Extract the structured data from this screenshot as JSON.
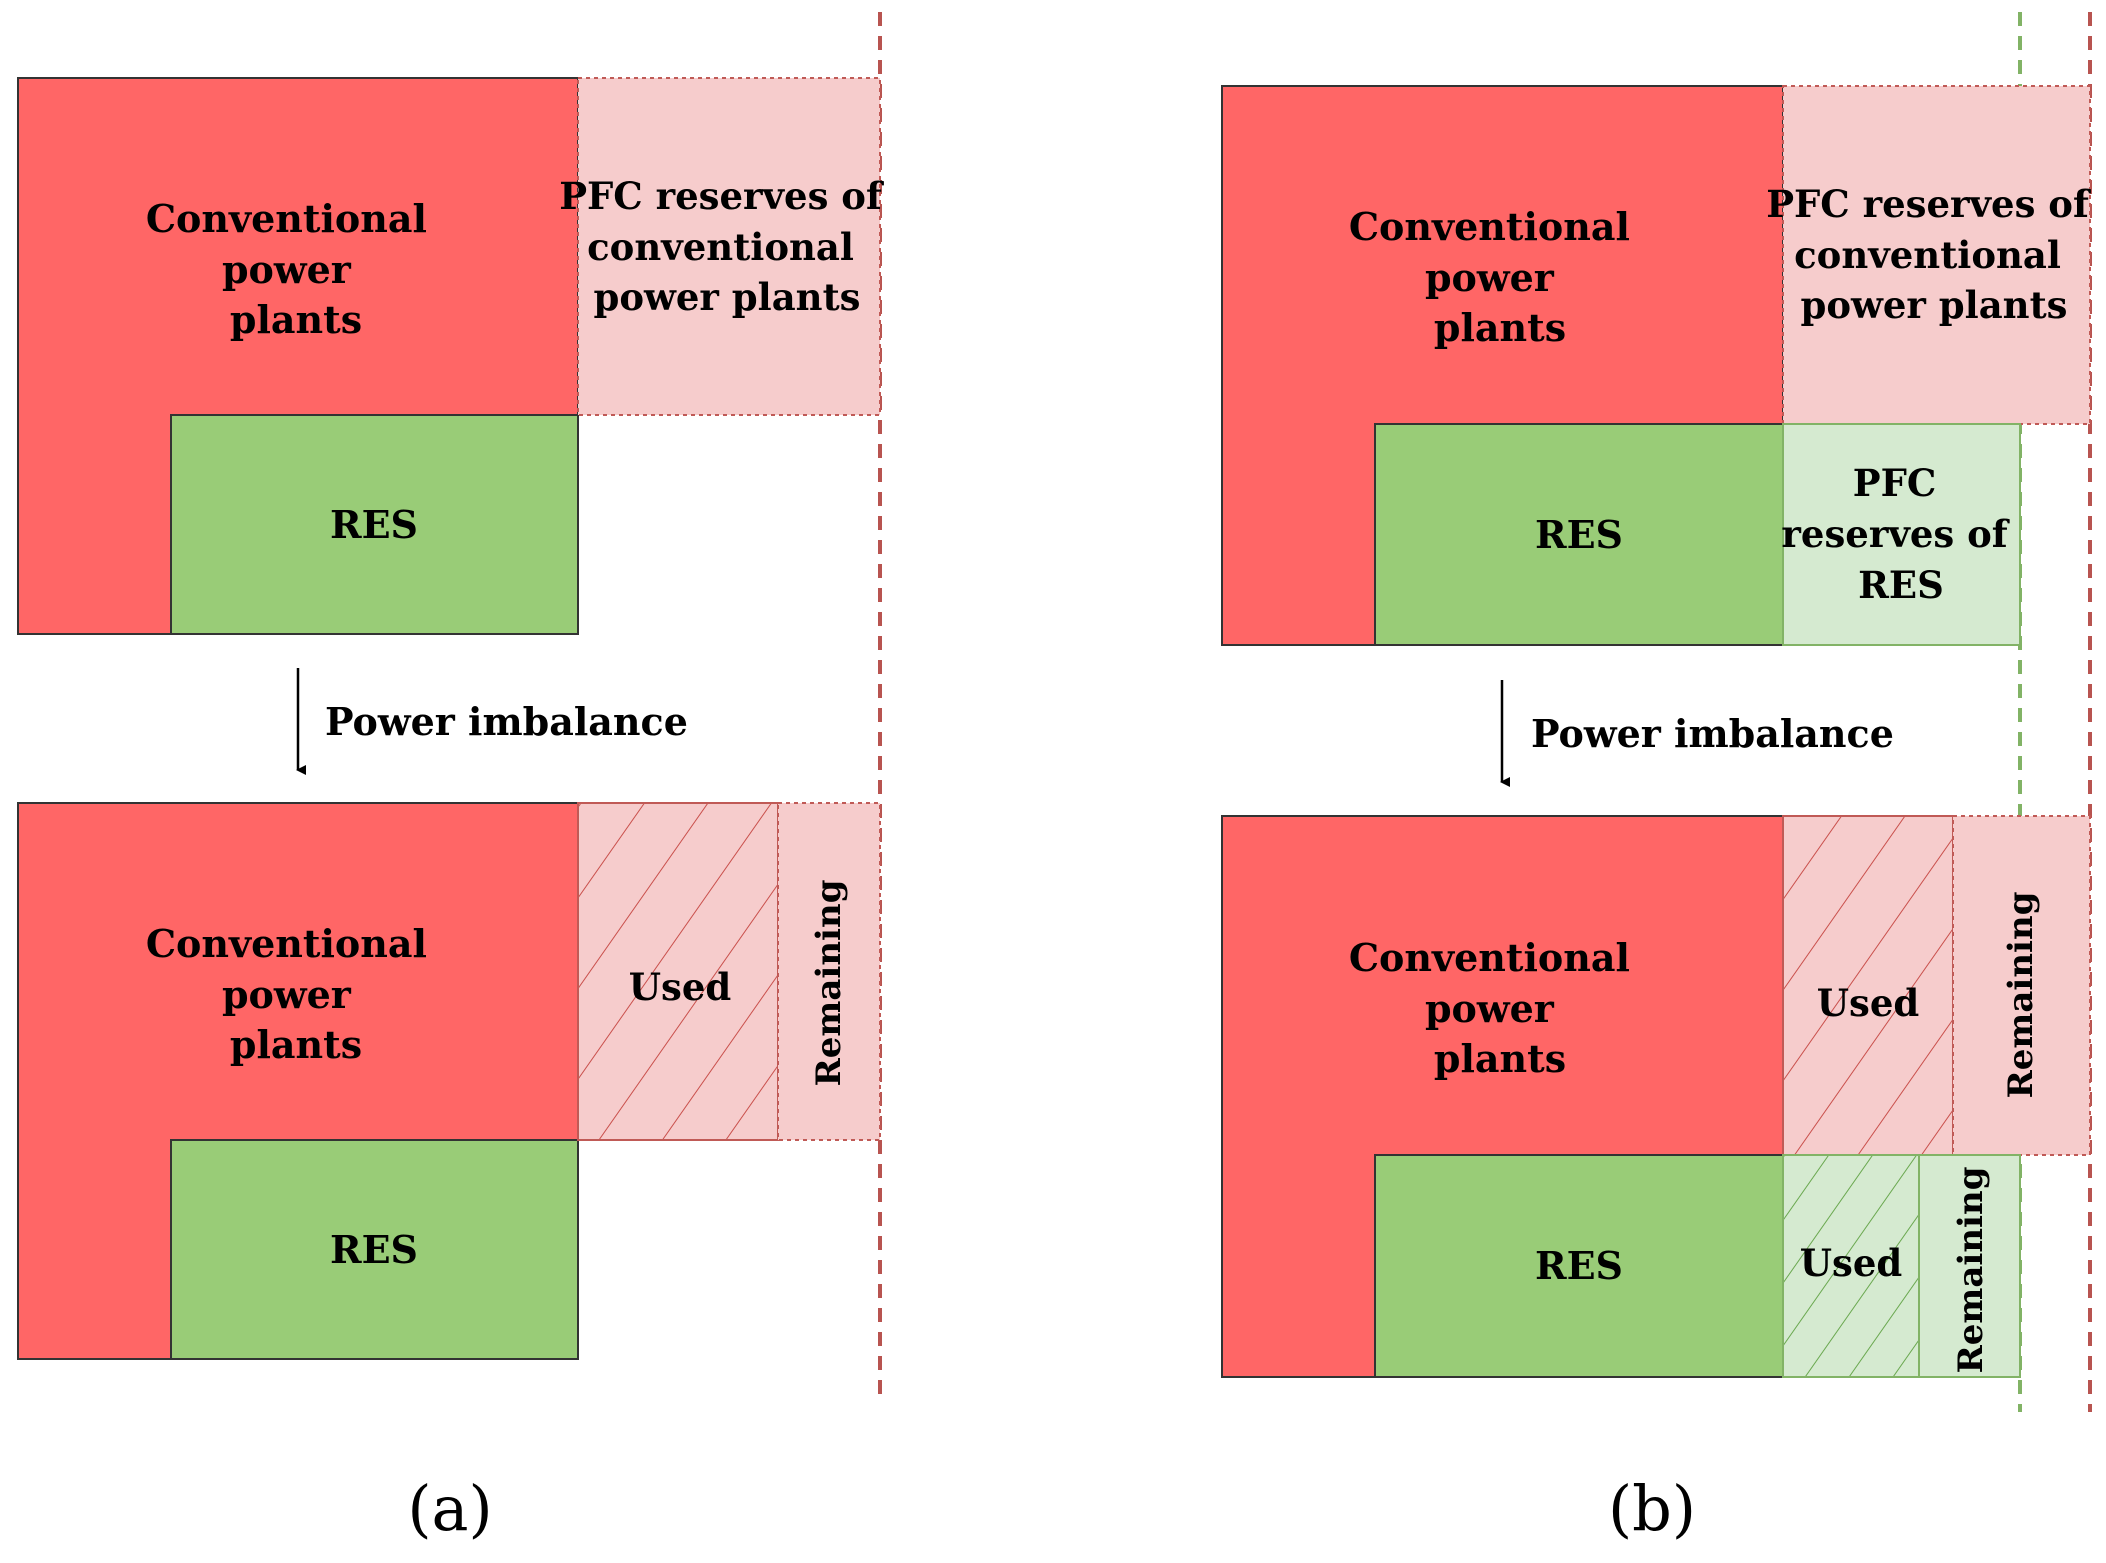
{
  "colors": {
    "conventional": "#ff6666",
    "res": "#99cc77",
    "pfc_conv": "#f6cccc",
    "pfc_res": "#d5ead0",
    "red_line": "#b85450",
    "green_line": "#82b366"
  },
  "labels": {
    "conventional": [
      "Conventional",
      "power",
      "plants"
    ],
    "pfc_conv": [
      "PFC reserves of",
      "conventional",
      "power plants"
    ],
    "pfc_res": [
      "PFC",
      "reserves of",
      "RES"
    ],
    "res": "RES",
    "imbalance": "Power imbalance",
    "used": "Used",
    "remaining": "Remaining"
  },
  "captions": {
    "a": "(a)",
    "b": "(b)"
  }
}
